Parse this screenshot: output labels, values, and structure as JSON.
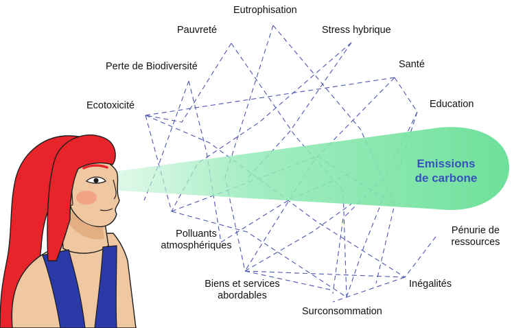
{
  "diagram": {
    "center_label": [
      "Emissions",
      "de carbone"
    ],
    "topics": {
      "eutrophisation": "Eutrophisation",
      "pauvrete": "Pauvreté",
      "stress_hybrique": "Stress hybrique",
      "perte_biodiversite": "Perte de Biodiversité",
      "sante": "Santé",
      "ecotoxicite": "Ecotoxicité",
      "education": "Education",
      "polluants": [
        "Polluants",
        "atmosphériques"
      ],
      "penurie": [
        "Pénurie de",
        "ressources"
      ],
      "biens": [
        "Biens et services",
        "abordables"
      ],
      "inegalites": "Inégalités",
      "surconsommation": "Surconsommation"
    },
    "colors": {
      "dash": "#4a55b0",
      "beam": "#7ee6a8",
      "hair": "#e8242b",
      "skin": "#efc7a1",
      "top": "#2c3aa8",
      "center_text": "#3553b8"
    }
  }
}
